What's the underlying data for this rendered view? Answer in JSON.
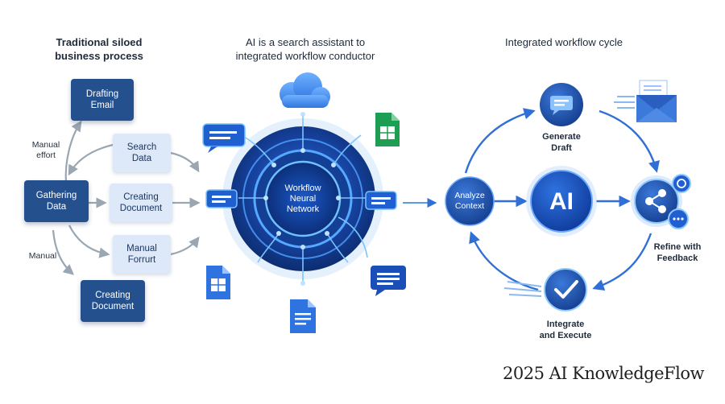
{
  "left": {
    "title_line1": "Traditional siloed",
    "title_line2": "business process",
    "boxes": {
      "drafting_email": [
        "Drafting",
        "Email"
      ],
      "search_data": [
        "Search",
        "Data"
      ],
      "gathering_data": [
        "Gathering",
        "Data"
      ],
      "creating_document_mid": [
        "Creating",
        "Document"
      ],
      "manual_forrurt": [
        "Manual",
        "Forrurt"
      ],
      "creating_document_bottom": [
        "Creating",
        "Document"
      ]
    },
    "labels": {
      "manual_effort": [
        "Manual",
        "effort"
      ],
      "manual": "Manual"
    }
  },
  "center": {
    "title_line1": "AI is a search assistant to",
    "title_line2": "integrated workflow conductor",
    "hub": [
      "Workflow",
      "Neural",
      "Network"
    ]
  },
  "right": {
    "title": "Integrated workflow cycle",
    "nodes": {
      "analyze": [
        "Analyze",
        "Context"
      ],
      "ai": "AI",
      "generate": [
        "Generate",
        "Draft"
      ],
      "refine": [
        "Refine with",
        "Feedback"
      ],
      "integrate": [
        "Integrate",
        "and Execute"
      ]
    }
  },
  "brand": "2025 AI KnowledgeFlow",
  "colors": {
    "dark_box": "#25508e",
    "light_box": "#dde9f8",
    "accent": "#2f6fd6",
    "arrow": "#9aa6b2"
  },
  "icons": [
    "cloud-icon",
    "spreadsheet-icon",
    "chat-icon",
    "document-icon",
    "email-icon",
    "share-icon",
    "checkmark-icon"
  ]
}
